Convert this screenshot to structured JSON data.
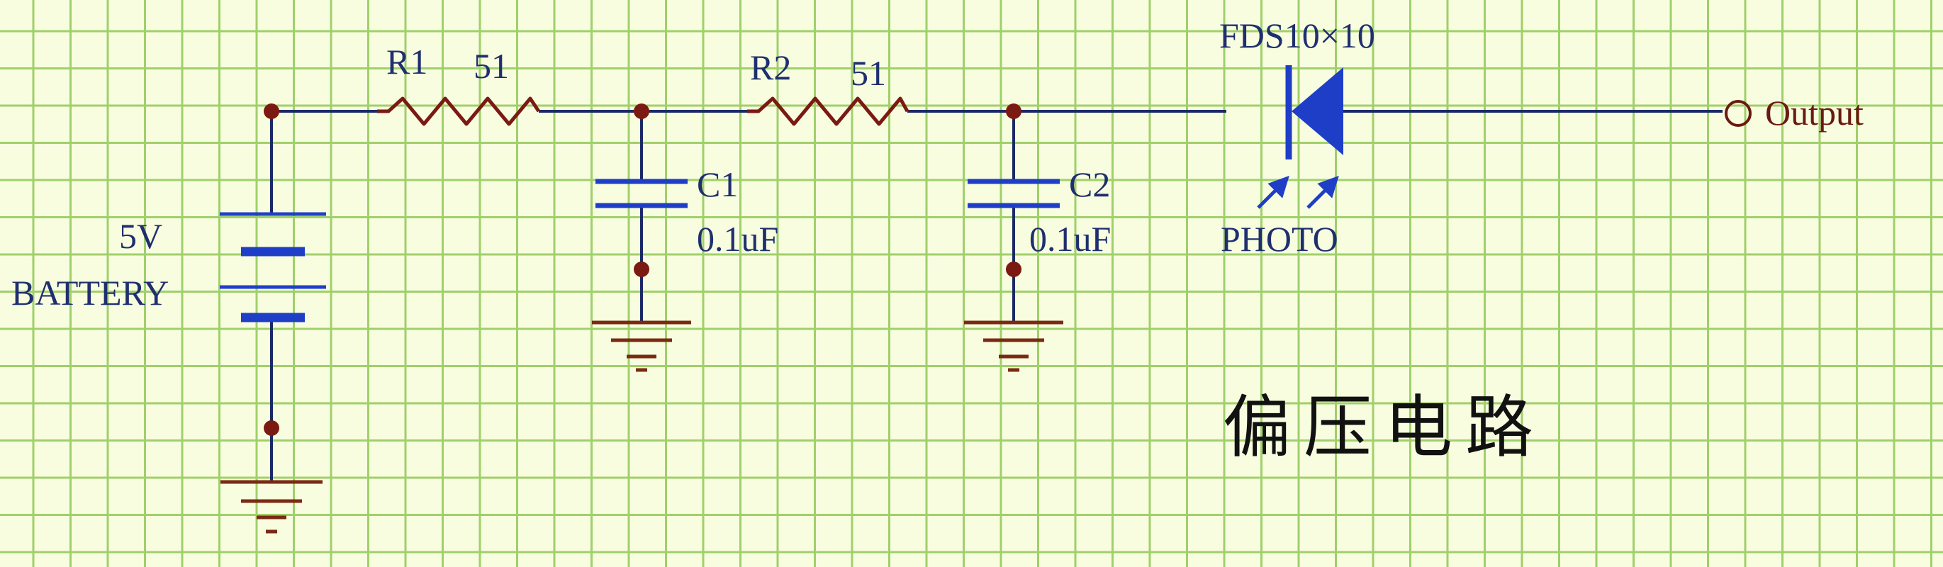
{
  "labels": {
    "r1_ref": "R1",
    "r1_value": "51",
    "r2_ref": "R2",
    "r2_value": "51",
    "c1_ref": "C1",
    "c1_value": "0.1uF",
    "c2_ref": "C2",
    "c2_value": "0.1uF",
    "battery_voltage": "5V",
    "battery_name": "BATTERY",
    "diode_part": "FDS10×10",
    "diode_type": "PHOTO",
    "output_port": "Output",
    "title": "偏压电路"
  },
  "colors": {
    "background": "#f8fde0",
    "grid": "#9fd06a",
    "wire": "#1b2a66",
    "component": "#1f3ec8",
    "junction": "#7a1a12",
    "ground": "#7a2a12",
    "label": "#1f2f6e"
  }
}
